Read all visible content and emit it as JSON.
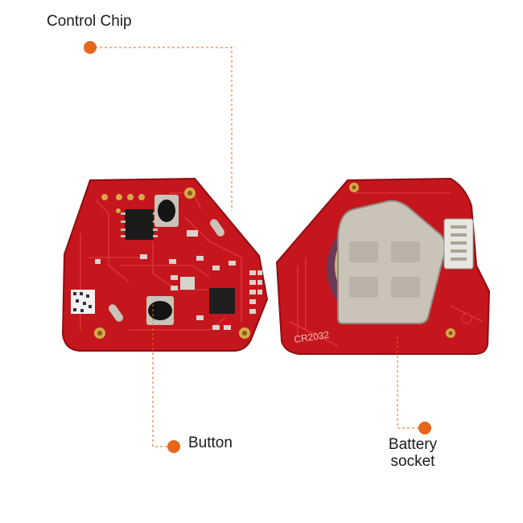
{
  "labels": {
    "control_chip": "Control Chip",
    "button": "Button",
    "battery_socket_line1": "Battery",
    "battery_socket_line2": "socket"
  },
  "board_marking": "CR2032",
  "colors": {
    "pcb_red": "#c4161c",
    "accent_orange": "#e8661a",
    "metal": "#c9c3b8"
  }
}
